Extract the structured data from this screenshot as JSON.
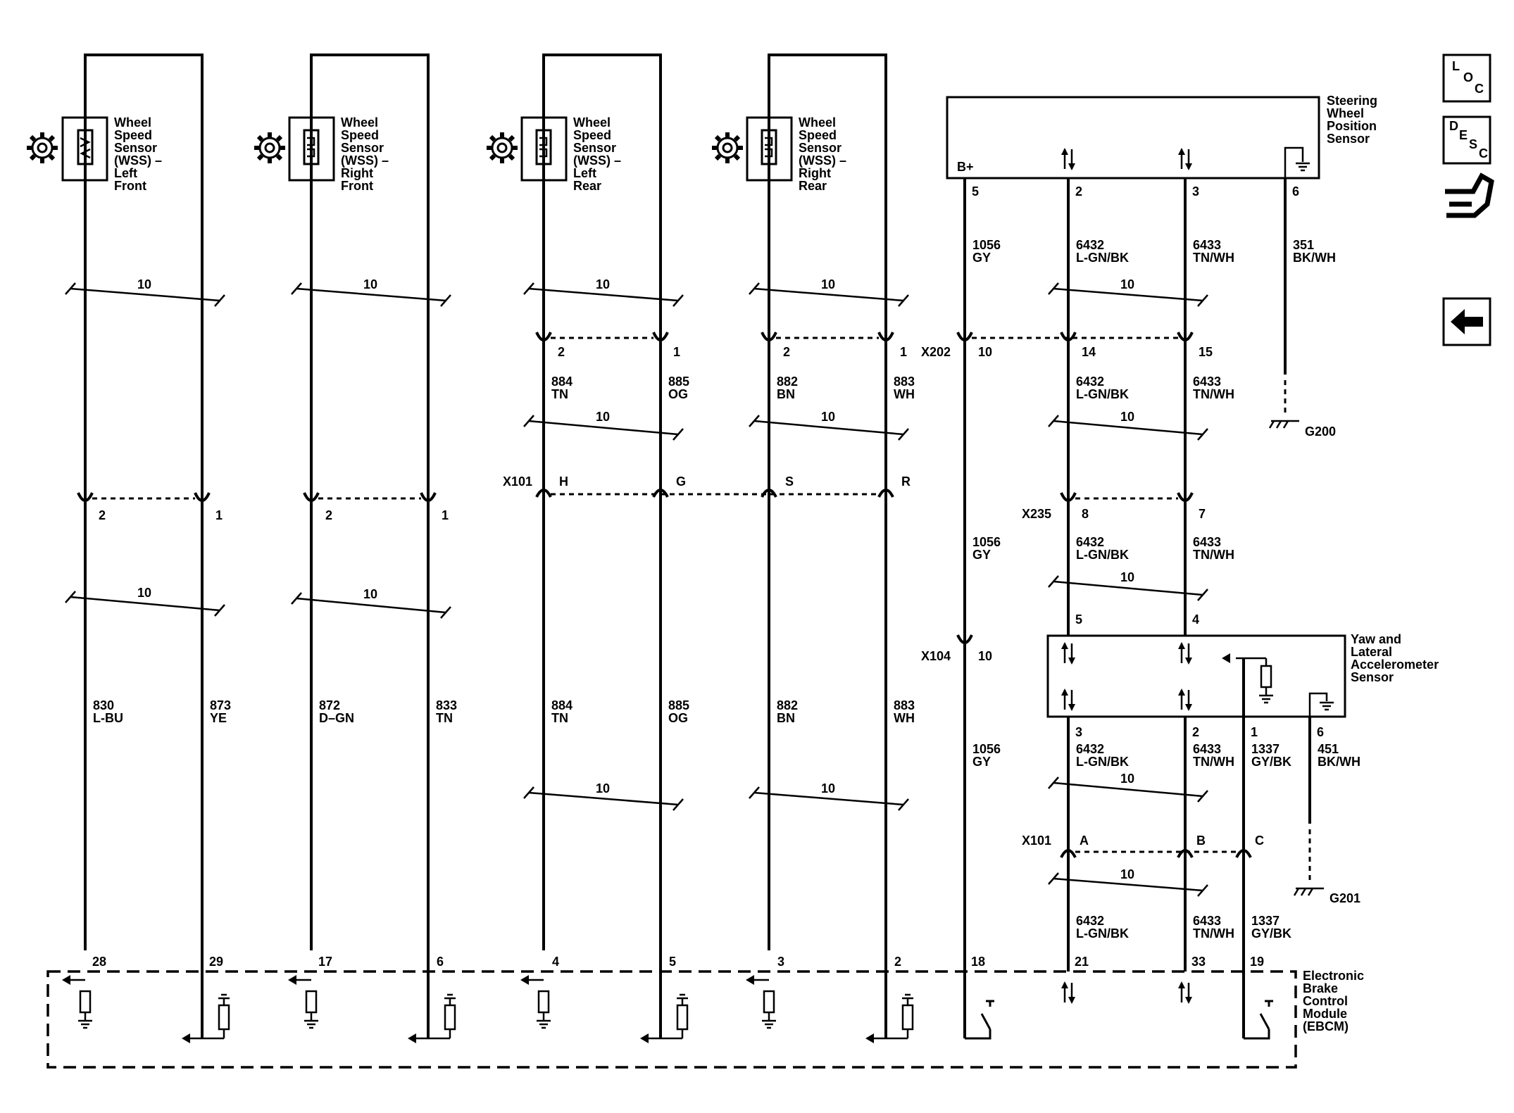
{
  "sensors": {
    "wss_lf": [
      "Wheel",
      "Speed",
      "Sensor",
      "(WSS) –",
      "Left",
      "Front"
    ],
    "wss_rf": [
      "Wheel",
      "Speed",
      "Sensor",
      "(WSS) –",
      "Right",
      "Front"
    ],
    "wss_lr": [
      "Wheel",
      "Speed",
      "Sensor",
      "(WSS) –",
      "Left",
      "Rear"
    ],
    "wss_rr": [
      "Wheel",
      "Speed",
      "Sensor",
      "(WSS) –",
      "Right",
      "Rear"
    ],
    "swps": [
      "Steering",
      "Wheel",
      "Position",
      "Sensor"
    ],
    "yaw": [
      "Yaw and",
      "Lateral",
      "Accelerometer",
      "Sensor"
    ],
    "ebcm": [
      "Electronic",
      "Brake",
      "Control",
      "Module",
      "(EBCM)"
    ],
    "swps_bplus": "B+"
  },
  "twist": "10",
  "wires": {
    "w830": [
      "830",
      "L-BU"
    ],
    "w873": [
      "873",
      "YE"
    ],
    "w872": [
      "872",
      "D–GN"
    ],
    "w833": [
      "833",
      "TN"
    ],
    "w884": [
      "884",
      "TN"
    ],
    "w885": [
      "885",
      "OG"
    ],
    "w882": [
      "882",
      "BN"
    ],
    "w883": [
      "883",
      "WH"
    ],
    "w1056": [
      "1056",
      "GY"
    ],
    "w6432": [
      "6432",
      "L-GN/BK"
    ],
    "w6433": [
      "6433",
      "TN/WH"
    ],
    "w351": [
      "351",
      "BK/WH"
    ],
    "w1337": [
      "1337",
      "GY/BK"
    ],
    "w451": [
      "451",
      "BK/WH"
    ]
  },
  "connectors": {
    "x202": "X202",
    "x101": "X101",
    "x235": "X235",
    "x104": "X104",
    "x101b": "X101"
  },
  "grounds": {
    "g200": "G200",
    "g201": "G201"
  },
  "pins": {
    "lf_top": [
      "2",
      "1"
    ],
    "rf_top": [
      "2",
      "1"
    ],
    "lr_top": [
      "2",
      "1"
    ],
    "rr_top": [
      "2",
      "1"
    ],
    "x101_lr": [
      "H",
      "G"
    ],
    "x101_rr": [
      "S",
      "R"
    ],
    "swps": [
      "5",
      "2",
      "3",
      "6"
    ],
    "x202": [
      "10",
      "14",
      "15"
    ],
    "x235": [
      "8",
      "7"
    ],
    "yaw_top": [
      "5",
      "4"
    ],
    "x104": "10",
    "yaw_bot": [
      "3",
      "2",
      "1",
      "6"
    ],
    "x101b": [
      "A",
      "B",
      "C"
    ],
    "ebcm": [
      "28",
      "29",
      "17",
      "6",
      "4",
      "5",
      "3",
      "2",
      "18",
      "21",
      "33",
      "19"
    ]
  },
  "side_icons": {
    "loc": [
      "L",
      "O",
      "C"
    ],
    "desc": [
      "D",
      "E",
      "S",
      "C"
    ],
    "connector_icon": "connector-end-view-icon",
    "back_icon": "back-arrow-icon"
  }
}
